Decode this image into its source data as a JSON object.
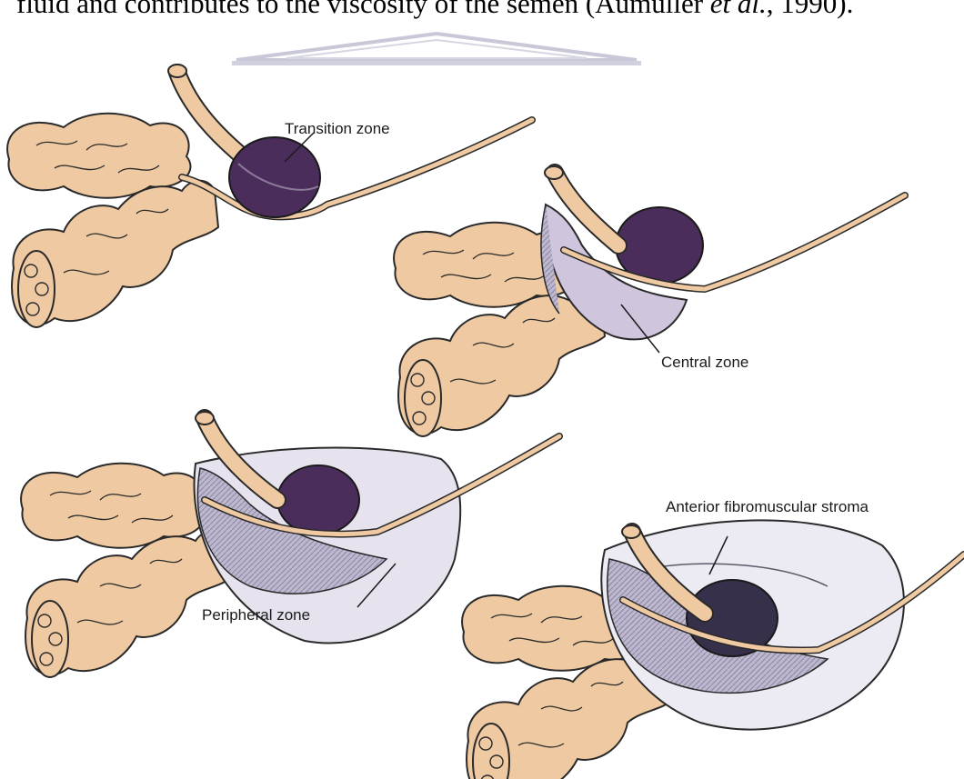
{
  "header": {
    "text_before": "fluid and contributes to the viscosity of the semen (Aumuller ",
    "text_italic": "et al.",
    "text_after": ", 1990)."
  },
  "labels": {
    "transition_zone": "Transition zone",
    "central_zone": "Central zone",
    "peripheral_zone": "Peripheral zone",
    "anterior_stroma": "Anterior fibromuscular stroma"
  },
  "colors": {
    "tissue": "#eec9a2",
    "tissue_outline": "#2a2a2a",
    "transition_zone": "#4b2d5c",
    "central_zone": "#cfc6de",
    "peripheral_zone": "#e6e3ee",
    "watermark": "#c8c8d8"
  }
}
